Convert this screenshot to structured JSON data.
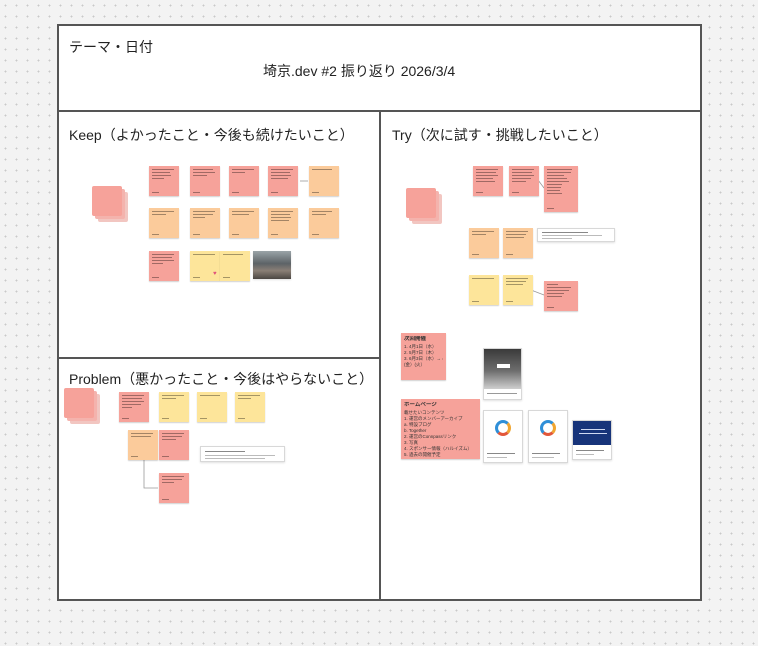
{
  "theme": {
    "label": "テーマ・日付",
    "title": "埼京.dev #2 振り返り 2026/3/4"
  },
  "sections": {
    "keep": "Keep（よかったこと・今後も続けたいこと）",
    "try": "Try（次に試す・挑戦したいこと）",
    "problem": "Problem（悪かったこと・今後はやらないこと）"
  },
  "try_notes": {
    "next_meetup": {
      "title": "次回開催",
      "items": [
        "1. 4月1日（水）",
        "2. 5月7日（木）",
        "3. 6月3日（水）→ 4月3日",
        "   (金）(火）"
      ]
    },
    "homepage": {
      "title": "ホームページ",
      "subtitle": "載せたいコンテンツ",
      "items": [
        "1. 運営のメンバーアーカイブ",
        "  a. 特設ブログ",
        "  b. Together",
        "2. 運営のConnpassリンク",
        "3. 写真",
        "4. スポンサー情報（ハルイズム）",
        "5. 過去の開催予定"
      ]
    }
  },
  "colors": {
    "pink": "#f6a29a",
    "orange": "#fbcb9b",
    "yellow": "#fde59a",
    "frame": "#555555",
    "dot": "#c9c9c9"
  }
}
